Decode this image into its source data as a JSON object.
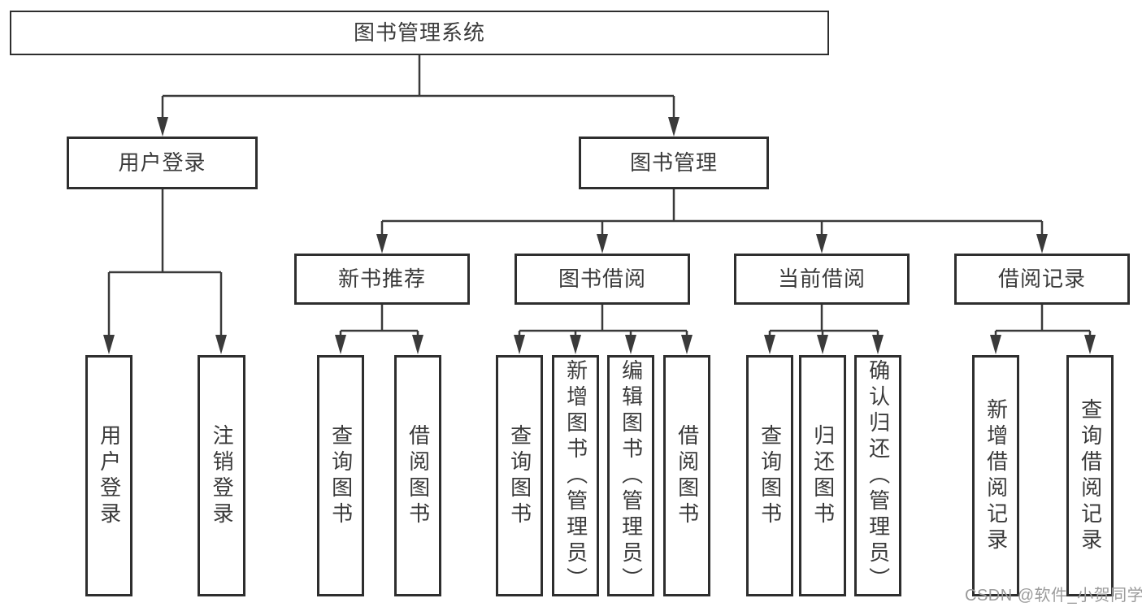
{
  "colors": {
    "line": "#3a3a3a",
    "box_border": "#2e2e2e",
    "text": "#3a3a3a",
    "background": "#ffffff",
    "watermark": "#9b9b9b"
  },
  "watermark": {
    "text": "CSDN @软件_小贺同学"
  },
  "tree": {
    "root": {
      "label": "图书管理系统"
    },
    "branches": [
      {
        "label": "用户登录",
        "children": [
          {
            "label": "用户登录"
          },
          {
            "label": "注销登录"
          }
        ]
      },
      {
        "label": "图书管理",
        "children": [
          {
            "label": "新书推荐",
            "children": [
              {
                "label": "查询图书"
              },
              {
                "label": "借阅图书"
              }
            ]
          },
          {
            "label": "图书借阅",
            "children": [
              {
                "label": "查询图书"
              },
              {
                "label": "新增图书（管理员）"
              },
              {
                "label": "编辑图书（管理员）"
              },
              {
                "label": "借阅图书"
              }
            ]
          },
          {
            "label": "当前借阅",
            "children": [
              {
                "label": "查询图书"
              },
              {
                "label": "归还图书"
              },
              {
                "label": "确认归还（管理员）"
              }
            ]
          },
          {
            "label": "借阅记录",
            "children": [
              {
                "label": "新增借阅记录"
              },
              {
                "label": "查询借阅记录"
              }
            ]
          }
        ]
      }
    ]
  }
}
